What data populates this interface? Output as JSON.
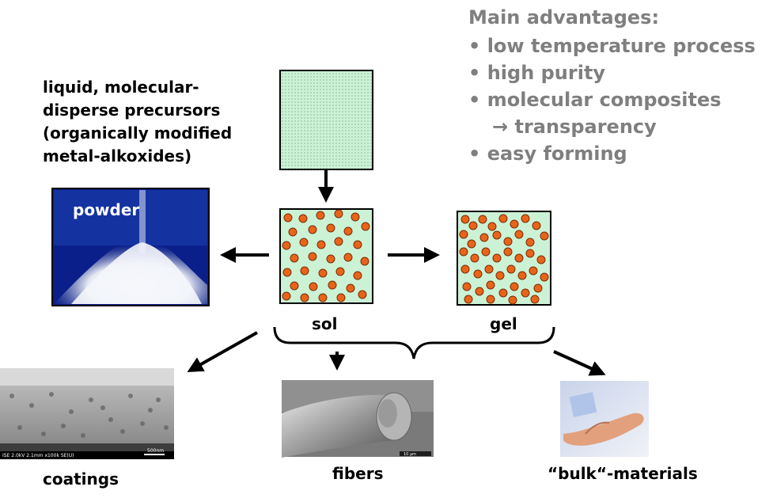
{
  "advantages": {
    "title": "Main advantages:",
    "items": [
      "• low temperature process",
      "• high purity",
      "• molecular composites",
      "→ transparency",
      "• easy forming"
    ]
  },
  "precursor_lines": [
    "liquid, molecular-",
    "disperse precursors",
    "(organically modified",
    "metal-alkoxides)"
  ],
  "labels": {
    "powder": "powder",
    "sol": "sol",
    "gel": "gel",
    "coatings": "coatings",
    "fibers": "fibers",
    "bulk": "“bulk“-materials"
  },
  "sem_text": {
    "coatings_bar": "ISE 2.0kV 2.1mm x100k SE(U)",
    "coatings_scale": "500nm",
    "fibers_scale": "10 µm"
  },
  "colors": {
    "advantage_text": "#7f7f7f",
    "box_fill": "#ccf2d6",
    "particle": "#e8641a",
    "powder_bg": "#0b1f8a"
  }
}
